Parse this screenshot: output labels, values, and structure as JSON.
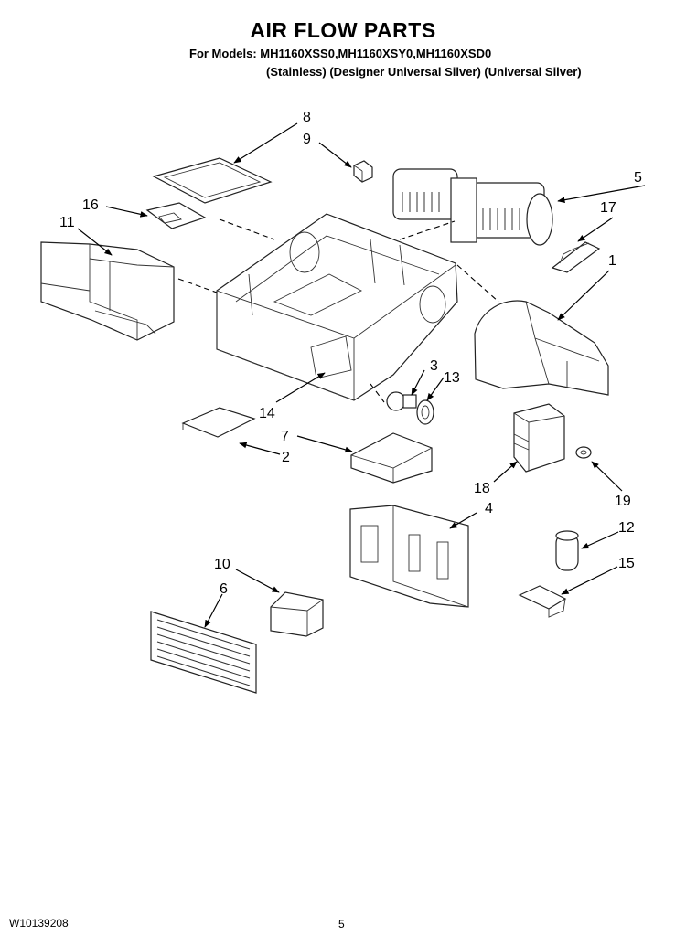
{
  "header": {
    "title": "AIR FLOW PARTS",
    "models": "For Models: MH1160XSS0,MH1160XSY0,MH1160XSD0",
    "variants": "(Stainless) (Designer Universal Silver) (Universal Silver)"
  },
  "footer": {
    "doc_code": "W10139208",
    "page_number": "5"
  },
  "callouts": [
    "1",
    "2",
    "3",
    "4",
    "5",
    "6",
    "7",
    "8",
    "9",
    "10",
    "11",
    "12",
    "13",
    "14",
    "15",
    "16",
    "17",
    "18",
    "19"
  ]
}
